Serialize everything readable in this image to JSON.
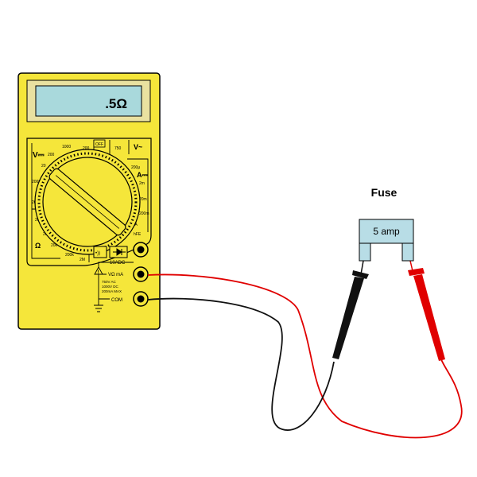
{
  "meter": {
    "display_reading": ".5Ω",
    "body_color": "#f5e63a",
    "display_color": "#a9d9dc",
    "dial_labels": {
      "v_dc": "V⎓",
      "v_ac": "V~",
      "off": "OFF",
      "amps_dc": "A⎓",
      "ohms": "Ω",
      "hfe": "hFE",
      "diode": "→|",
      "beep": "•))",
      "ten_a": "10A",
      "r200": "200",
      "r200b": "200",
      "r200c": "200",
      "r200d": "200",
      "r20": "20",
      "r2000": "2000",
      "r2k": "2k",
      "r20k": "20k",
      "r200k": "200k",
      "r2m": "2M",
      "r1000": "1000",
      "r750": "750",
      "r200u": "200μ",
      "r2m_a": "2m",
      "r20m": "20m",
      "r200m": "200m"
    },
    "jacks": {
      "ten_adc": "10ADC",
      "v_ohm_ma": "VΩ mA",
      "com": "COM",
      "warning": "!",
      "fuse_note_1": "750V AC",
      "fuse_note_2": "1000V DC",
      "fuse_note_3": "200mA MAX"
    }
  },
  "fuse": {
    "title": "Fuse",
    "rating": "5 amp",
    "body_color": "#b8dde6"
  },
  "leads": {
    "red": "#e00000",
    "black": "#111111"
  }
}
